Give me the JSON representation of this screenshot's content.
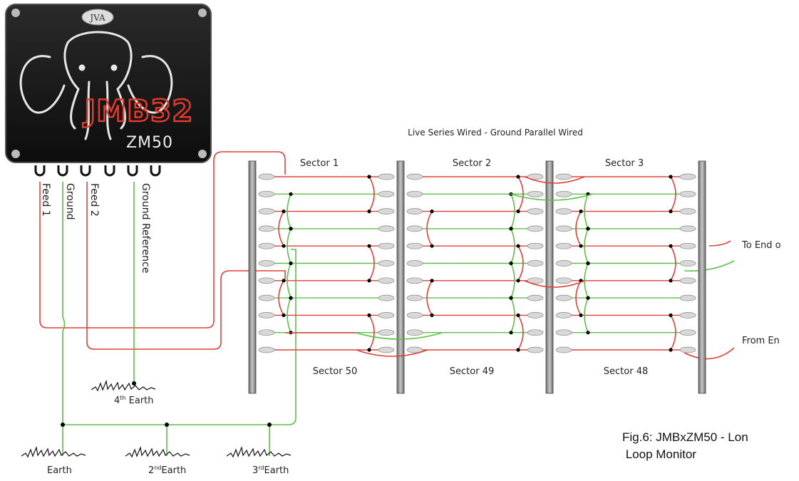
{
  "device": {
    "badge": "JVA",
    "model": "JMB32",
    "submodel": "ZM50"
  },
  "terminals": {
    "feed1": "Feed 1",
    "ground": "Ground",
    "feed2": "Feed 2",
    "ground_ref": "Ground Reference"
  },
  "header": {
    "wiring_title": "Live Series Wired - Ground Parallel Wired"
  },
  "sectors": {
    "top": [
      "Sector 1",
      "Sector 2",
      "Sector 3"
    ],
    "bottom": [
      "Sector 50",
      "Sector 49",
      "Sector 48"
    ]
  },
  "edges": {
    "to_end": "To End o",
    "from_end": "From En"
  },
  "earths": {
    "fourth_num": "4",
    "fourth_sup": "th",
    "fourth_word": " Earth",
    "first": "Earth",
    "second_num": "2",
    "second_sup": "nd",
    "second_word": "Earth",
    "third_num": "3",
    "third_sup": "rd",
    "third_word": "Earth"
  },
  "caption": {
    "line1": "Fig.6: JMBxZM50 - Lon",
    "line2": " Loop Monitor"
  },
  "colors": {
    "live": "#e0403a",
    "ground": "#5cc04a",
    "post": "#8a8a8a",
    "insulator": "#d8d8d8",
    "device": "#141414",
    "model_text": "#e23a2c"
  }
}
